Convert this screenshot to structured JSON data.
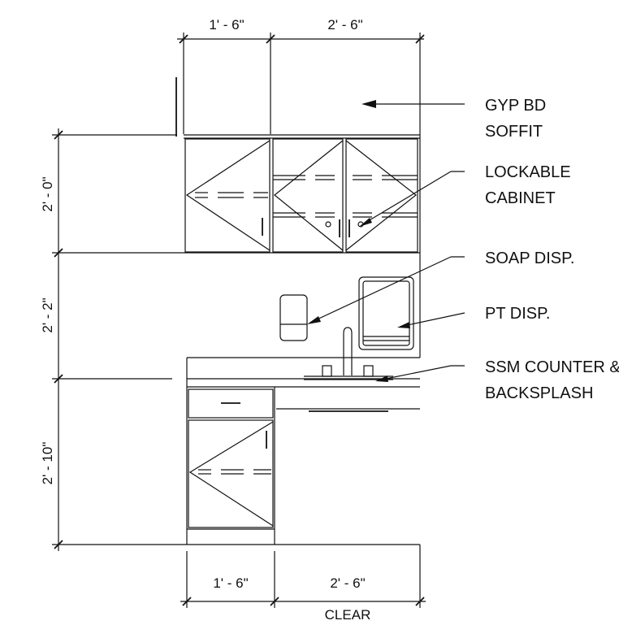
{
  "dimensions": {
    "top_left": "1' - 6\"",
    "top_right": "2' - 6\"",
    "bottom_left": "1' - 6\"",
    "bottom_right": "2' - 6\"",
    "bottom_note": "CLEAR",
    "left_upper": "2' - 0\"",
    "left_middle": "2' - 2\"",
    "left_lower": "2' - 10\""
  },
  "callouts": [
    {
      "lines": [
        "GYP BD",
        "SOFFIT"
      ]
    },
    {
      "lines": [
        "LOCKABLE",
        "CABINET"
      ]
    },
    {
      "lines": [
        "SOAP DISP."
      ]
    },
    {
      "lines": [
        "PT DISP."
      ]
    },
    {
      "lines": [
        "SSM COUNTER &",
        "BACKSPLASH"
      ]
    }
  ]
}
